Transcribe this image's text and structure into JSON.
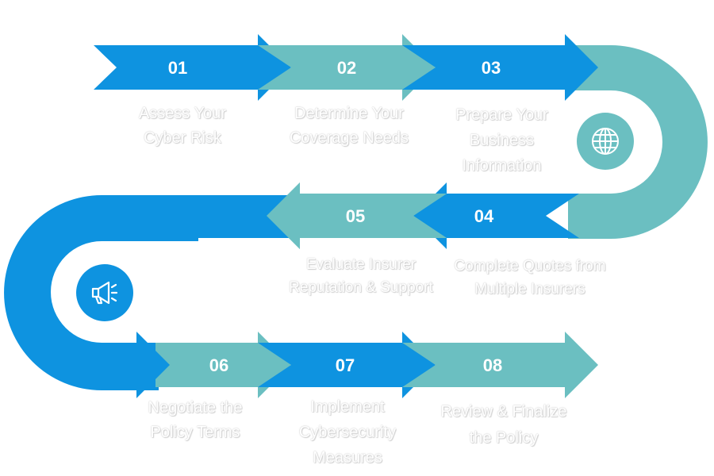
{
  "colors": {
    "blue": "#0e93e0",
    "teal": "#6bbfc1",
    "label_text": "#ffffff"
  },
  "steps": [
    {
      "number": "01",
      "label": "Assess Your\nCyber Risk",
      "color": "blue"
    },
    {
      "number": "02",
      "label": "Determine Your\nCoverage Needs",
      "color": "teal"
    },
    {
      "number": "03",
      "label": "Prepare Your\nBusiness\nInformation",
      "color": "blue"
    },
    {
      "number": "04",
      "label": "Complete Quotes from\nMultiple Insurers",
      "color": "blue"
    },
    {
      "number": "05",
      "label": "Evaluate Insurer\nReputation & Support",
      "color": "teal"
    },
    {
      "number": "06",
      "label": "Negotiate the\nPolicy Terms",
      "color": "teal"
    },
    {
      "number": "07",
      "label": "Implement\nCybersecurity\nMeasures",
      "color": "blue"
    },
    {
      "number": "08",
      "label": "Review & Finalize\nthe Policy",
      "color": "teal"
    }
  ],
  "icons": [
    {
      "name": "globe-icon",
      "color": "teal"
    },
    {
      "name": "megaphone-icon",
      "color": "blue"
    }
  ]
}
